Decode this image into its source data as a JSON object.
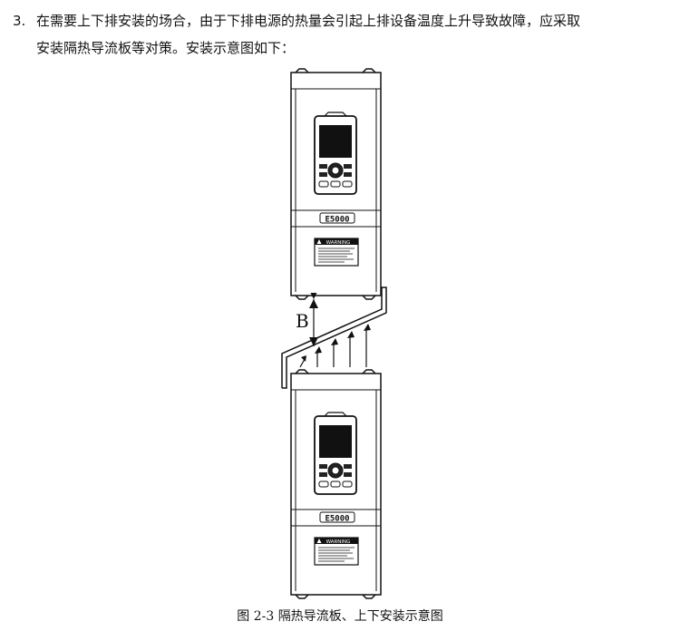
{
  "paragraph": {
    "number": "3.",
    "line1": "在需要上下排安装的场合，由于下排电源的热量会引起上排设备温度上升导致故障，应采取",
    "line2": "安装隔热导流板等对策。安装示意图如下："
  },
  "figure": {
    "brand_label": "E5000",
    "warning_label": "WARNING",
    "dimension_label": "B",
    "caption": "图 2-3 隔热导流板、上下安装示意图"
  }
}
